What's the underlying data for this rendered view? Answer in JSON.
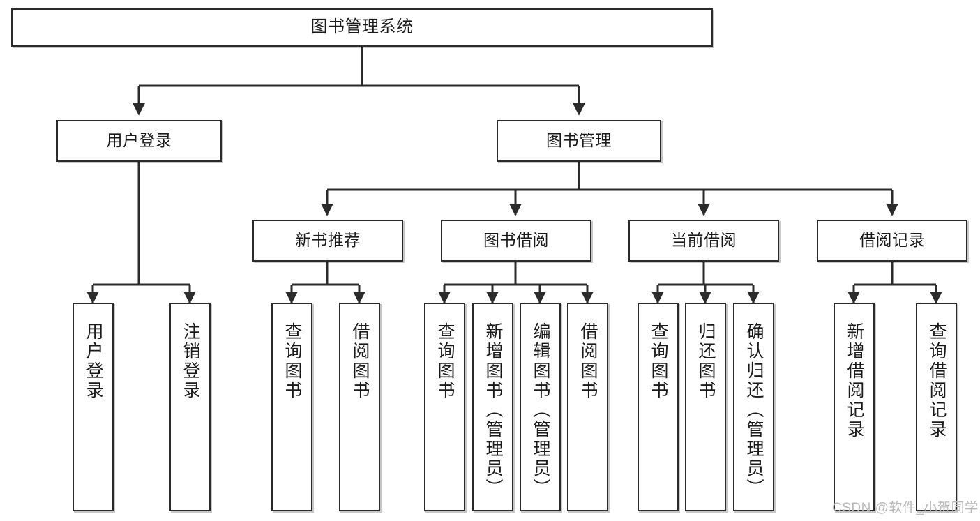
{
  "diagram": {
    "title": "图书管理系统",
    "watermark": "CSDN @软件_小贺同学",
    "colors": {
      "box_border": "#2b2b2b",
      "box_fill": "#ffffff",
      "edge": "#2b2b2b",
      "text": "#1a1a1a",
      "watermark": "#b9b9b9",
      "background": "#ffffff"
    },
    "levels": {
      "root": "图书管理系统",
      "level2": [
        "用户登录",
        "图书管理"
      ],
      "level3": [
        "新书推荐",
        "图书借阅",
        "当前借阅",
        "借阅记录"
      ],
      "leaves": [
        "用户登录",
        "注销登录",
        "查询图书",
        "借阅图书",
        "查询图书",
        "新增图书（管理员）",
        "编辑图书（管理员）",
        "借阅图书",
        "查询图书",
        "归还图书",
        "确认归还（管理员）",
        "新增借阅记录",
        "查询借阅记录"
      ]
    },
    "nodes": {
      "root": {
        "label": "图书管理系统"
      },
      "user_login": {
        "label": "用户登录"
      },
      "book_mgmt": {
        "label": "图书管理"
      },
      "new_book_rec": {
        "label": "新书推荐"
      },
      "book_borrow": {
        "label": "图书借阅"
      },
      "current_borrow": {
        "label": "当前借阅"
      },
      "borrow_record": {
        "label": "借阅记录"
      },
      "leaf_user_login": {
        "label": "用户登录"
      },
      "leaf_logout": {
        "label": "注销登录"
      },
      "leaf_query_book_1": {
        "label": "查询图书"
      },
      "leaf_borrow_book_1": {
        "label": "借阅图书"
      },
      "leaf_query_book_2": {
        "label": "查询图书"
      },
      "leaf_add_book_admin": {
        "label": "新增图书（管理员）"
      },
      "leaf_edit_book_admin": {
        "label": "编辑图书（管理员）"
      },
      "leaf_borrow_book_2": {
        "label": "借阅图书"
      },
      "leaf_query_book_3": {
        "label": "查询图书"
      },
      "leaf_return_book": {
        "label": "归还图书"
      },
      "leaf_confirm_return_admin": {
        "label": "确认归还（管理员）"
      },
      "leaf_add_borrow_record": {
        "label": "新增借阅记录"
      },
      "leaf_query_borrow_record": {
        "label": "查询借阅记录"
      }
    }
  }
}
